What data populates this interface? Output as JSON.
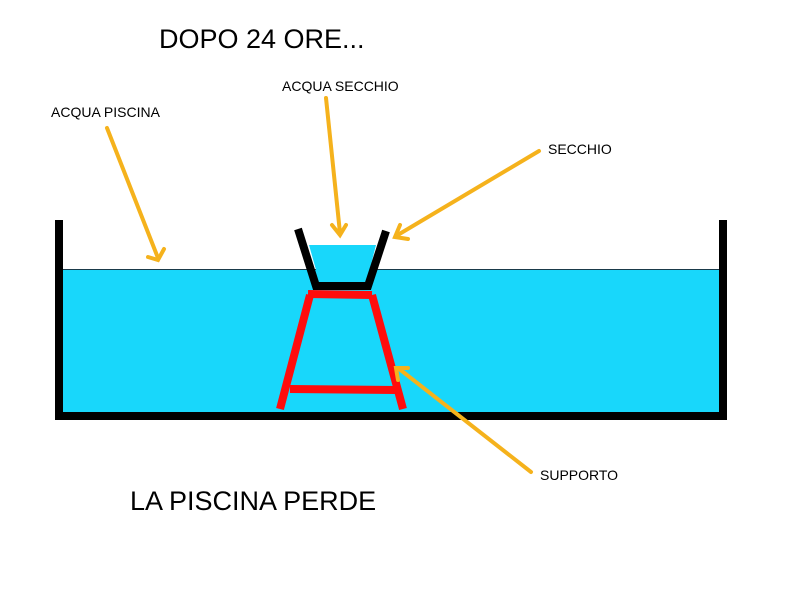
{
  "title": "DOPO 24 ORE...",
  "caption": "LA PISCINA PERDE",
  "labels": {
    "pool_water": "ACQUA PISCINA",
    "bucket_water": "ACQUA SECCHIO",
    "bucket": "SECCHIO",
    "support": "SUPPORTO"
  },
  "colors": {
    "water": "#18d7fb",
    "pool_wall": "#000000",
    "bucket": "#000000",
    "support": "#ff0c0c",
    "arrow": "#f5b21c"
  }
}
